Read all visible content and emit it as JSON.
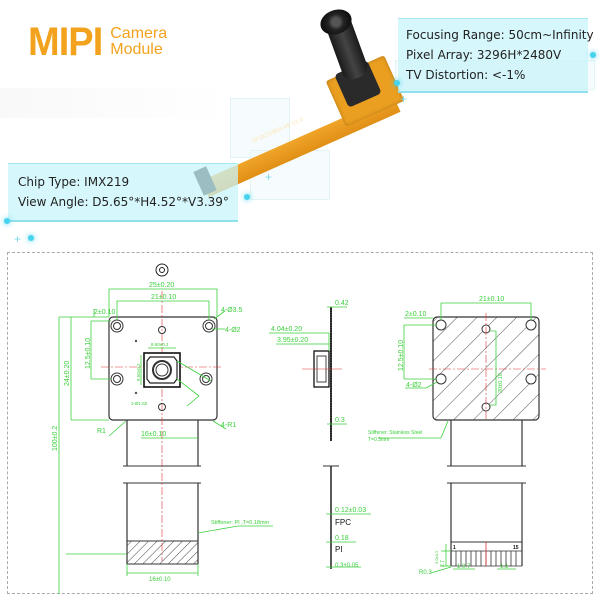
{
  "header": {
    "brand_big": "MIPI",
    "brand_line1": "Camera",
    "brand_line2": "Module",
    "accent_color": "#f2a21d"
  },
  "specs_right": {
    "focusing_range": "Focusing Range: 50cm~Infinity",
    "pixel_array": "Pixel Array:  3296H*2480V",
    "tv_distortion": "TV Distortion: <-1%"
  },
  "specs_left": {
    "chip_type": "Chip Type: IMX219",
    "view_angle": "View Angle: D5.65°*H4.52°*V3.39°"
  },
  "product": {
    "fpc_print": "SF3X219BA-46 V1.0"
  },
  "drawing": {
    "line_color": "#3ccf3c",
    "front_view": {
      "width_outer": "25±0.20",
      "width_inner": "21±0.10",
      "hole_offset": "2±0.10",
      "mount_holes": "4-Ø3.5",
      "hole_dia": "4-Ø2",
      "hole_pitch_v": "12.5±0.10",
      "board_height": "24±0.20",
      "total_length": "100±0.2",
      "corner_radius_left": "R1",
      "corner_radius": "4-R1",
      "fpc_width": "16±0.10",
      "stiffener_width": "16±0.10",
      "stiffener_note": "Stiffener: PI ,T=0.18mm",
      "sensor_w": "8.50±0.2",
      "sensor_h": "8.50±0.2",
      "small_hole": "2-Ø1.60"
    },
    "side_view": {
      "top_thk": "0.42",
      "dim_a": "4.04±0.20",
      "dim_b": "3.95±0.20",
      "bottom_thk": "0.3",
      "fpc_thk": "0.12±0.03",
      "fpc_label": "FPC",
      "pi_thk": "0.18",
      "pi_label": "PI",
      "total_thk": "0.3±0.05"
    },
    "back_view": {
      "width_inner": "21±0.10",
      "hole_offset": "2±0.10",
      "hole_pitch_v": "12.5±0.10",
      "hole_dia": "4-Ø2",
      "center_dim": "20±0.10",
      "stiffener_note": "Stiffener: Stainless Steel",
      "stiffener_thk": "T=0.3mm",
      "pin_first": "1",
      "pin_last": "15",
      "pad_len": "2.7",
      "pad_len2": "3.0±0.2",
      "corner_r": "R0.3",
      "pitch": "1.0.7",
      "pitch2": "1.1"
    }
  }
}
